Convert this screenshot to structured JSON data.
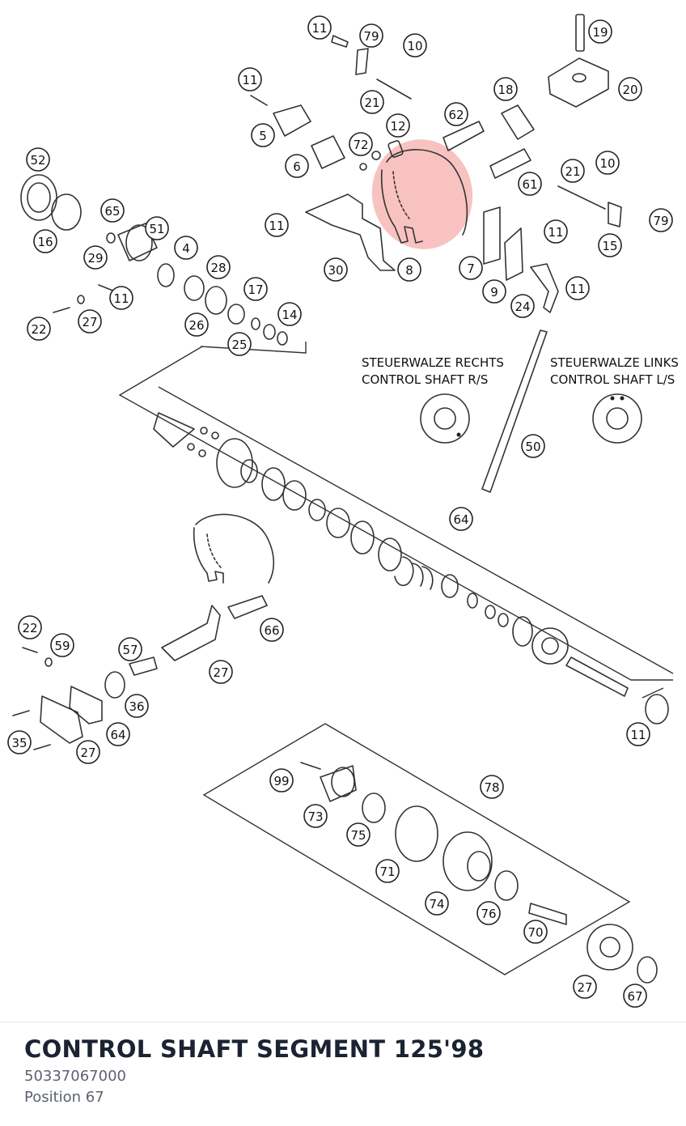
{
  "diagram": {
    "highlight_callout": "67",
    "callouts": [
      "11",
      "79",
      "10",
      "19",
      "20",
      "18",
      "11",
      "21",
      "12",
      "62",
      "5",
      "6",
      "72",
      "52",
      "21",
      "10",
      "61",
      "65",
      "51",
      "11",
      "11",
      "79",
      "15",
      "16",
      "29",
      "4",
      "28",
      "11",
      "30",
      "8",
      "7",
      "9",
      "11",
      "24",
      "17",
      "22",
      "27",
      "26",
      "25",
      "14",
      "50",
      "64",
      "22",
      "59",
      "57",
      "66",
      "27",
      "36",
      "64",
      "35",
      "27",
      "11",
      "99",
      "78",
      "73",
      "75",
      "71",
      "74",
      "76",
      "70",
      "27",
      "67"
    ],
    "labels": {
      "right_side": [
        "STEUERWALZE RECHTS",
        "CONTROL SHAFT R/S"
      ],
      "left_side": [
        "STEUERWALZE LINKS",
        "CONTROL SHAFT L/S"
      ]
    },
    "colors": {
      "highlight": "#e8423f",
      "line": "#333333"
    }
  },
  "footer": {
    "title": "CONTROL SHAFT SEGMENT 125'98",
    "part_number": "50337067000",
    "position": "Position 67"
  }
}
